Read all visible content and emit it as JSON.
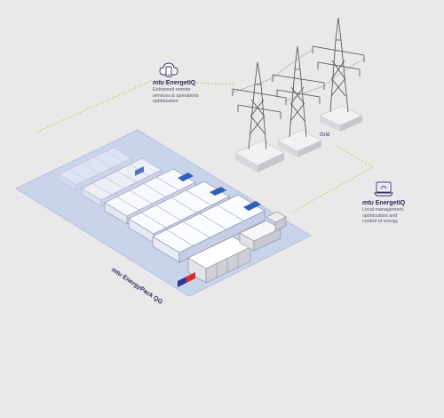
{
  "cloud": {
    "icon": "cloud-phone-icon",
    "brand": "mtu",
    "product": "EnergetIQ",
    "description": "Enhanced remote\nservices & operations\noptimization"
  },
  "local": {
    "icon": "laptop-icon",
    "brand": "mtu",
    "product": "EnergetIQ",
    "description": "Local management,\noptimization and\ncontrol of energy"
  },
  "grid": {
    "label": "Grid"
  },
  "platform": {
    "brand": "mtu",
    "product": "EnergyPack QG"
  },
  "colors": {
    "background": "#e9e9ea",
    "platform": "#c9d3ea",
    "navy": "#2d2a5e",
    "dotted_line": "#b5c94a",
    "red": "#d92b2b",
    "blue": "#2f3a9a"
  }
}
